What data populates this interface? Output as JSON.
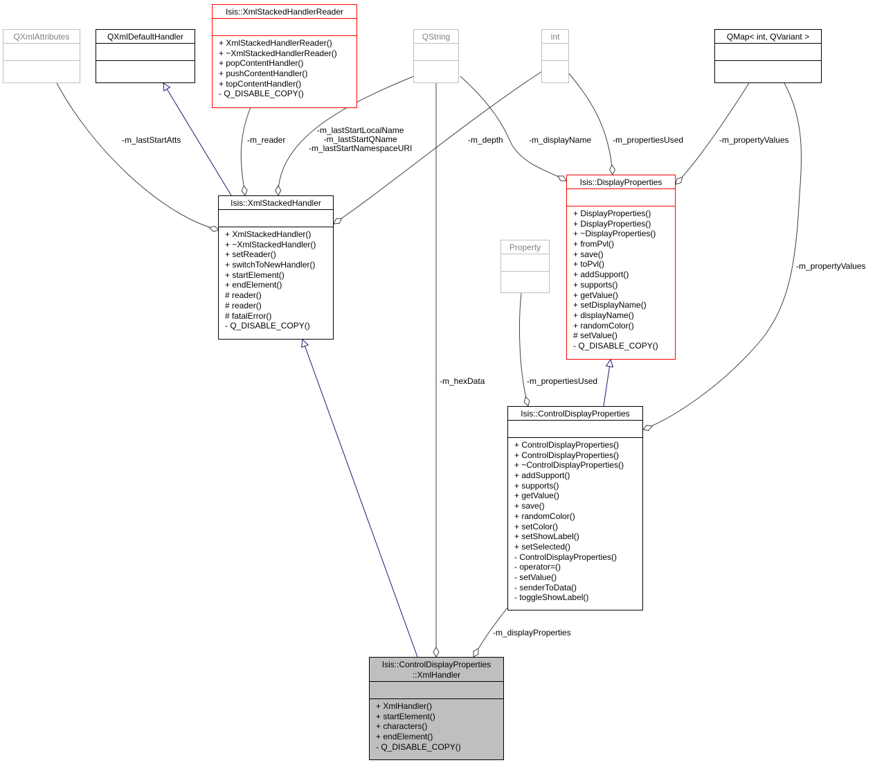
{
  "nodes": {
    "qxmlattributes": {
      "title": [
        "QXmlAttributes"
      ],
      "attributes": [],
      "methods": []
    },
    "qxmldefaulthandler": {
      "title": [
        "QXmlDefaultHandler"
      ],
      "attributes": [],
      "methods": []
    },
    "xmlstackedhandlerreader": {
      "title": [
        "Isis::XmlStackedHandlerReader"
      ],
      "attributes": [],
      "methods": [
        "+ XmlStackedHandlerReader()",
        "+ ~XmlStackedHandlerReader()",
        "+ popContentHandler()",
        "+ pushContentHandler()",
        "+ topContentHandler()",
        "- Q_DISABLE_COPY()"
      ]
    },
    "qstring": {
      "title": [
        "QString"
      ],
      "attributes": [],
      "methods": []
    },
    "int": {
      "title": [
        "int"
      ],
      "attributes": [],
      "methods": []
    },
    "qmap": {
      "title": [
        "QMap< int, QVariant >"
      ],
      "attributes": [],
      "methods": []
    },
    "xmlstackedhandler": {
      "title": [
        "Isis::XmlStackedHandler"
      ],
      "attributes": [],
      "methods": [
        "+ XmlStackedHandler()",
        "+ ~XmlStackedHandler()",
        "+ setReader()",
        "+ switchToNewHandler()",
        "+ startElement()",
        "+ endElement()",
        "# reader()",
        "# reader()",
        "# fatalError()",
        "- Q_DISABLE_COPY()"
      ]
    },
    "displayproperties": {
      "title": [
        "Isis::DisplayProperties"
      ],
      "attributes": [],
      "methods": [
        "+ DisplayProperties()",
        "+ DisplayProperties()",
        "+ ~DisplayProperties()",
        "+ fromPvl()",
        "+ save()",
        "+ toPvl()",
        "+ addSupport()",
        "+ supports()",
        "+ getValue()",
        "+ setDisplayName()",
        "+ displayName()",
        "+ randomColor()",
        "# setValue()",
        "- Q_DISABLE_COPY()"
      ]
    },
    "property": {
      "title": [
        "Property"
      ],
      "attributes": [],
      "methods": []
    },
    "controldisplayproperties": {
      "title": [
        "Isis::ControlDisplayProperties"
      ],
      "attributes": [],
      "methods": [
        "+ ControlDisplayProperties()",
        "+ ControlDisplayProperties()",
        "+ ~ControlDisplayProperties()",
        "+ addSupport()",
        "+ supports()",
        "+ getValue()",
        "+ save()",
        "+ randomColor()",
        "+ setColor()",
        "+ setShowLabel()",
        "+ setSelected()",
        "- ControlDisplayProperties()",
        "- operator=()",
        "- setValue()",
        "- senderToData()",
        "- toggleShowLabel()"
      ]
    },
    "xmlhandler": {
      "title": [
        "Isis::ControlDisplayProperties",
        "::XmlHandler"
      ],
      "attributes": [],
      "methods": [
        "+ XmlHandler()",
        "+ startElement()",
        "+ characters()",
        "+ endElement()",
        "- Q_DISABLE_COPY()"
      ]
    }
  },
  "edge_labels": {
    "m_lastStartAtts": "-m_lastStartAtts",
    "m_reader": "-m_reader",
    "m_lastStart": [
      "-m_lastStartLocalName",
      "-m_lastStartQName",
      "-m_lastStartNamespaceURI"
    ],
    "m_depth": "-m_depth",
    "m_displayName": "-m_displayName",
    "m_propertiesUsed_top": "-m_propertiesUsed",
    "m_propertyValues_top": "-m_propertyValues",
    "m_propertyValues_side": "-m_propertyValues",
    "m_propertiesUsed_mid": "-m_propertiesUsed",
    "m_hexData": "-m_hexData",
    "m_displayProperties": "-m_displayProperties"
  },
  "colors": {
    "red_border": "#ff0000",
    "grey_border": "#bfbfbf",
    "grey_text": "#808080",
    "inherit_edge": "#191970",
    "assoc_edge": "#404040",
    "highlight_fill": "#bfbfbf"
  }
}
